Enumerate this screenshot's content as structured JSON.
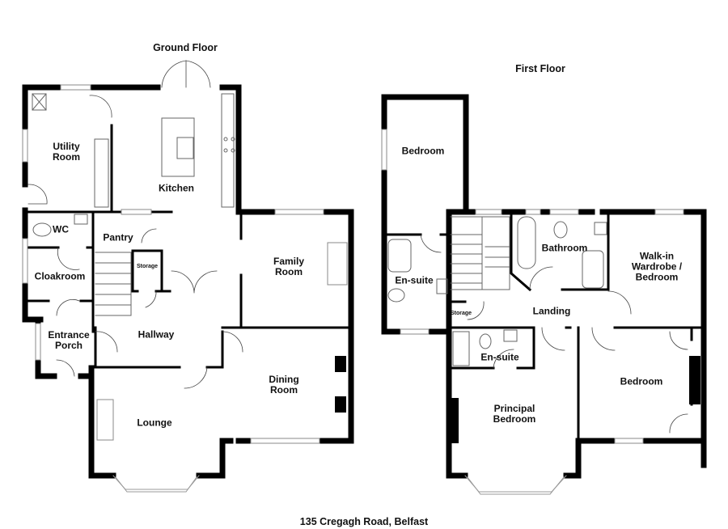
{
  "address": "135 Cregagh Road, Belfast",
  "floors": [
    {
      "title": "Ground Floor",
      "rooms": [
        {
          "id": "utility",
          "label": "Utility\nRoom"
        },
        {
          "id": "kitchen",
          "label": "Kitchen"
        },
        {
          "id": "wc",
          "label": "WC"
        },
        {
          "id": "pantry",
          "label": "Pantry"
        },
        {
          "id": "storage",
          "label": "Storage"
        },
        {
          "id": "cloakroom",
          "label": "Cloakroom"
        },
        {
          "id": "family",
          "label": "Family\nRoom"
        },
        {
          "id": "porch",
          "label": "Entrance\nPorch"
        },
        {
          "id": "hallway",
          "label": "Hallway"
        },
        {
          "id": "dining",
          "label": "Dining\nRoom"
        },
        {
          "id": "lounge",
          "label": "Lounge"
        }
      ]
    },
    {
      "title": "First Floor",
      "rooms": [
        {
          "id": "bedroom3",
          "label": "Bedroom"
        },
        {
          "id": "bathroom",
          "label": "Bathroom"
        },
        {
          "id": "walkin",
          "label": "Walk-in\nWardrobe /\nBedroom"
        },
        {
          "id": "ensuite1",
          "label": "En-suite"
        },
        {
          "id": "storage2",
          "label": "Storage"
        },
        {
          "id": "landing",
          "label": "Landing"
        },
        {
          "id": "ensuite2",
          "label": "En-suite"
        },
        {
          "id": "bedroom2",
          "label": "Bedroom"
        },
        {
          "id": "principal",
          "label": "Principal\nBedroom"
        }
      ]
    }
  ]
}
